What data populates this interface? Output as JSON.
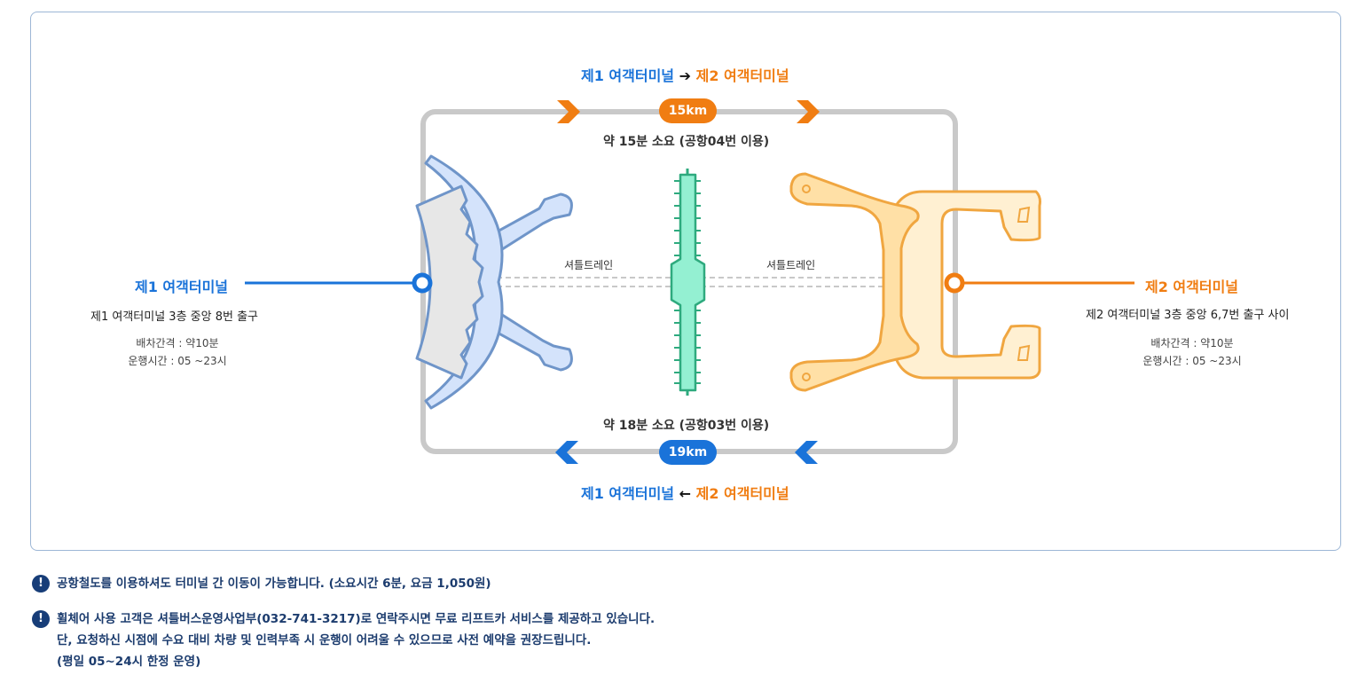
{
  "route_top": {
    "from": "제1 여객터미널",
    "arrow": "➔",
    "to": "제2 여객터미널",
    "distance": "15km",
    "duration": "약 15분 소요 (공항04번 이용)"
  },
  "route_bottom": {
    "from": "제1 여객터미널",
    "arrow": "←",
    "to": "제2 여객터미널",
    "distance": "19km",
    "duration": "약 18분 소요 (공항03번 이용)"
  },
  "terminal1": {
    "name": "제1 여객터미널",
    "location": "제1 여객터미널 3층 중앙 8번 출구",
    "interval": "배차간격 : 약10분",
    "hours": "운행시간 : 05 ~23시"
  },
  "terminal2": {
    "name": "제2 여객터미널",
    "location": "제2 여객터미널 3층 중앙 6,7번 출구 사이",
    "interval": "배차간격 : 약10분",
    "hours": "운행시간 : 05 ~23시"
  },
  "shuttle": {
    "left_label": "셔틀트레인",
    "right_label": "셔틀트레인"
  },
  "notes": [
    {
      "icon": "!",
      "lines": [
        "공항철도를 이용하셔도 터미널 간 이동이 가능합니다. (소요시간 6분, 요금 1,050원)"
      ]
    },
    {
      "icon": "!",
      "lines": [
        "휠체어 사용 고객은 셔틀버스운영사업부(032-741-3217)로 연락주시면 무료 리프트카 서비스를 제공하고 있습니다.",
        "단, 요청하신 시점에 수요 대비 차량 및 인력부족 시 운행이 어려울 수 있으므로 사전 예약을 권장드립니다.",
        "(평일 05~24시 한정 운영)"
      ]
    }
  ],
  "colors": {
    "t1_blue": "#1a73d9",
    "t2_orange": "#f07d12",
    "route_gray": "#c9c9c9",
    "concourse_green": "#94f0d2",
    "note_navy": "#173d78"
  }
}
